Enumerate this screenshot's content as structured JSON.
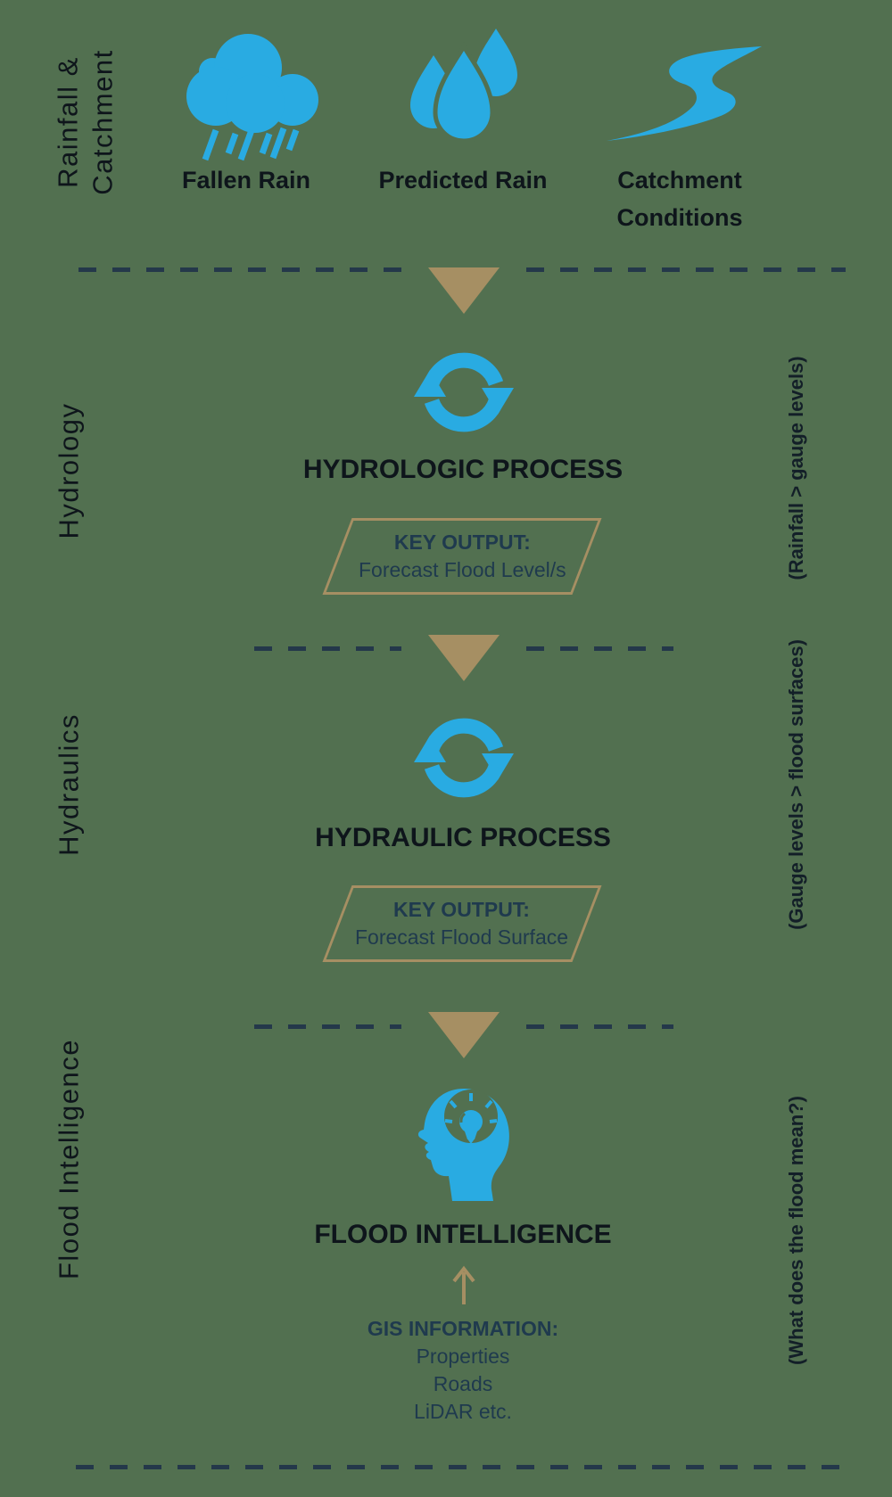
{
  "colors": {
    "bg": "#527050",
    "blue": "#29ABE2",
    "tan": "#A68F63",
    "navy": "#1F3A4E",
    "dash": "#24384A",
    "ink": "#0E151B"
  },
  "rows": {
    "rainfall": {
      "side_label": [
        "Rainfall &",
        "Catchment"
      ],
      "items": [
        {
          "icon": "rain-cloud-icon",
          "label": "Fallen Rain"
        },
        {
          "icon": "rain-drops-icon",
          "label": "Predicted Rain"
        },
        {
          "icon": "river-icon",
          "label_line1": "Catchment",
          "label_line2": "Conditions"
        }
      ]
    },
    "hydrology": {
      "side_label": "Hydrology",
      "icon": "cycle-icon",
      "heading": "HYDROLOGIC PROCESS",
      "key_output_label": "KEY OUTPUT:",
      "key_output_value": "Forecast Flood Level/s",
      "annotation": "(Rainfall > gauge levels)"
    },
    "hydraulics": {
      "side_label": "Hydraulics",
      "icon": "cycle-icon",
      "heading": "HYDRAULIC PROCESS",
      "key_output_label": "KEY OUTPUT:",
      "key_output_value": "Forecast Flood Surface",
      "annotation": "(Gauge levels > flood surfaces)"
    },
    "intelligence": {
      "side_label": "Flood Intelligence",
      "icon": "head-idea-icon",
      "heading": "FLOOD INTELLIGENCE",
      "arrow_icon": "up-arrow-icon",
      "gis_label": "GIS INFORMATION:",
      "gis_items": [
        "Properties",
        "Roads",
        "LiDAR etc."
      ],
      "annotation": "(What does the flood mean?)"
    }
  }
}
